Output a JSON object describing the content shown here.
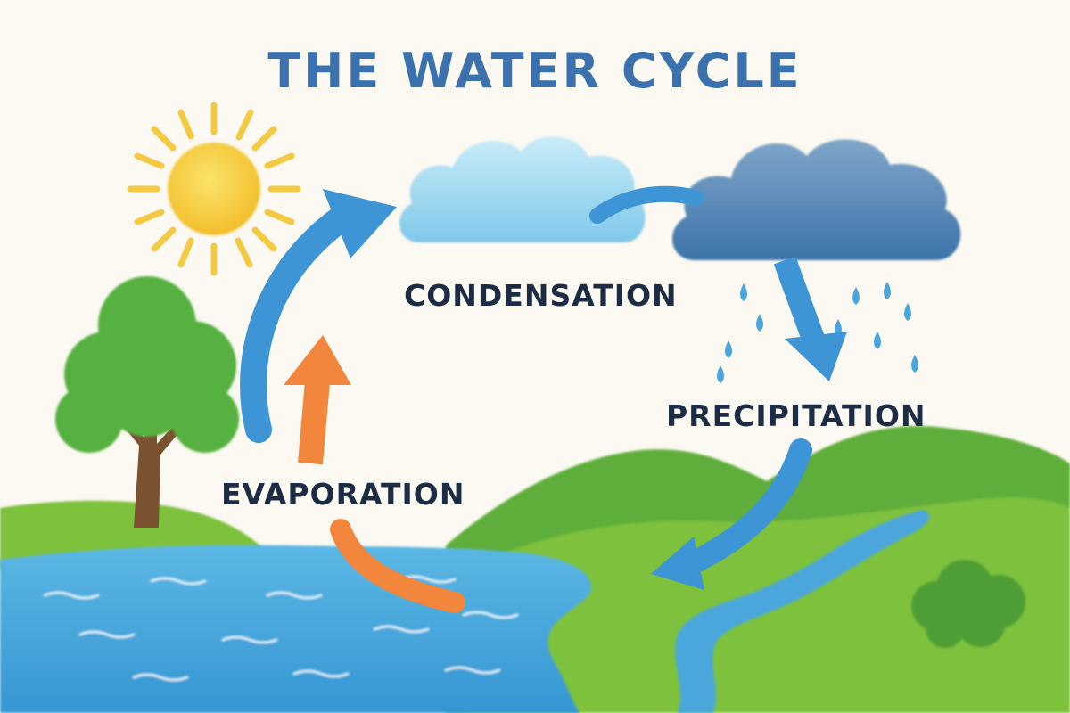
{
  "title": "THE WATER CYCLE",
  "stages": {
    "condensation": "CONDENSATION",
    "precipitation": "PRECIPITATION",
    "evaporation": "EVAPORATION"
  },
  "colors": {
    "background": "#fbf9f1",
    "title": "#3b72ad",
    "label": "#1c2c45",
    "sun": "#f6cd3a",
    "sun_rays": "#f4c943",
    "cloud_light": "#a9dcf0",
    "cloud_dark": "#4e82b2",
    "cycle_arrow": "#3d95d6",
    "evaporation_arrow": "#f3863d",
    "water": "#45a8dc",
    "grass": "#7dc13e",
    "hills": "#5fae3a",
    "tree_canopy": "#56b13f",
    "tree_trunk": "#7a5230"
  },
  "icons": [
    "sun-icon",
    "cloud-icon",
    "rain-cloud-icon",
    "raindrop-icon",
    "tree-icon",
    "river-icon",
    "bush-icon"
  ]
}
